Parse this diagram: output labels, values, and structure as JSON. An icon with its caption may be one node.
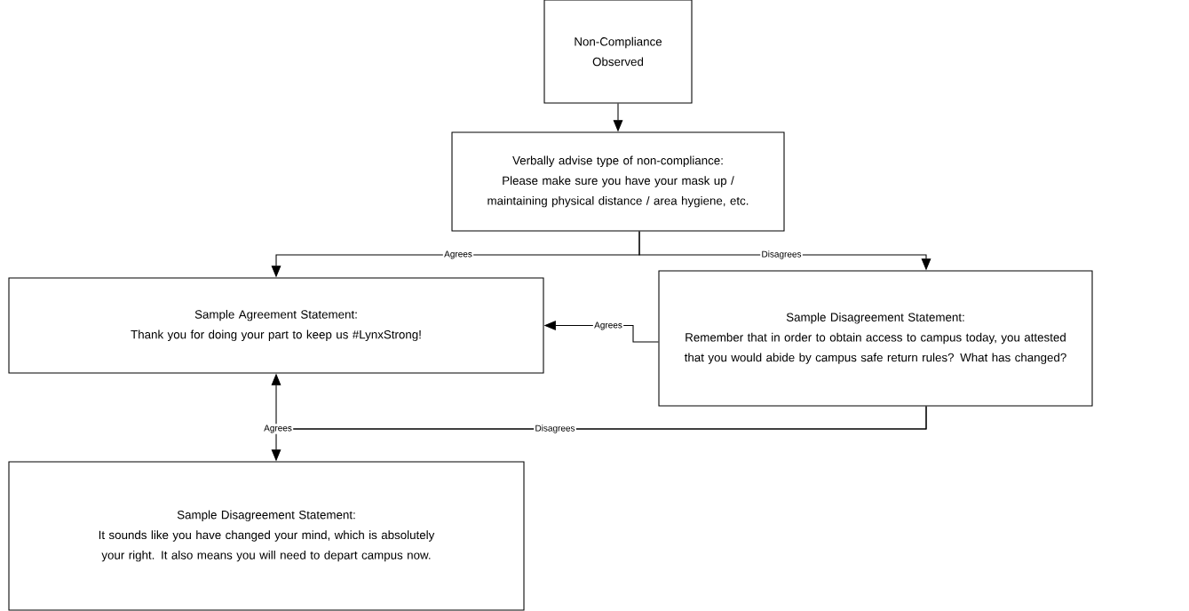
{
  "diagram": {
    "nodes": [
      {
        "text": [
          "Non-Compliance Observed"
        ]
      },
      {
        "text": [
          "Verbally advise type of non-compliance:",
          "Please make sure you have your mask up / maintaining physical distance / area hygiene, etc."
        ]
      },
      {
        "text": [
          "Sample Agreement Statement:",
          "Thank you for doing your part to keep us #LynxStrong!"
        ]
      },
      {
        "text": [
          "Sample Disagreement Statement:",
          "Remember that in order to obtain access to campus today, you attested that you would abide by campus safe return rules?  What has changed?"
        ]
      },
      {
        "text": [
          "Sample Disagreement Statement:",
          "It sounds like you have changed your mind, which is absolutely your right.  It also means you will need to depart campus now."
        ]
      }
    ],
    "edges": [
      {
        "from": 0,
        "to": 1,
        "arrow": "to"
      },
      {
        "from": 1,
        "to": 2,
        "arrow": "to",
        "label": "Agrees"
      },
      {
        "from": 1,
        "to": 3,
        "arrow": "to",
        "label": "Disagrees"
      },
      {
        "from": 3,
        "to": 2,
        "arrow": "to",
        "label": "Agrees"
      },
      {
        "from": 3,
        "to": 2,
        "arrow": "to",
        "label": "Agrees"
      },
      {
        "from": 3,
        "to": 4,
        "arrow": "to",
        "label": "Disagrees"
      }
    ]
  }
}
